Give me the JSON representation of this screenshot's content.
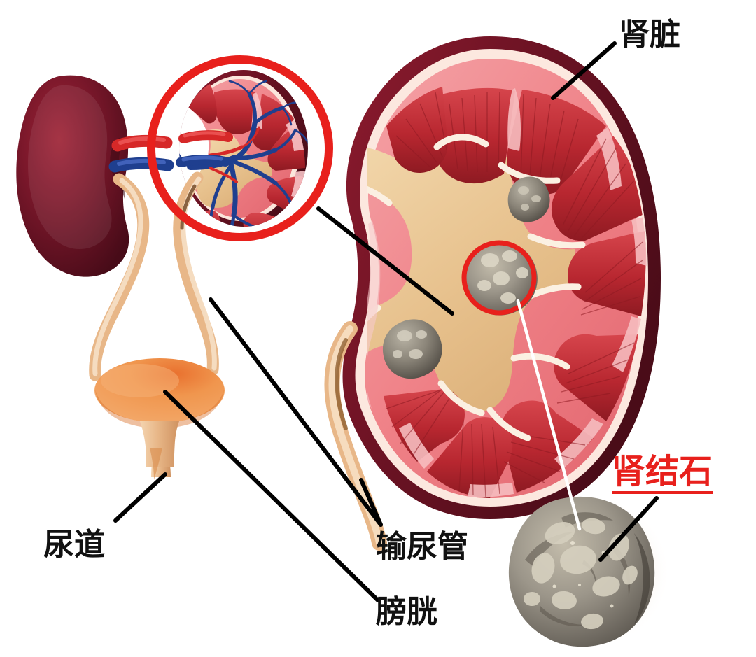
{
  "figure": {
    "title": "Kidney stone anatomical illustration",
    "background_color": "#ffffff"
  },
  "labels": {
    "kidney": "肾脏",
    "urethra": "尿道",
    "ureter": "输尿管",
    "bladder": "膀胱",
    "kidney_stone": "肾结石"
  },
  "colors": {
    "label_text": "#111111",
    "highlight_red": "#e8201c",
    "leader_line_black": "#000000",
    "leader_line_white": "#ffffff",
    "kidney_capsule_dark": "#5e1322",
    "kidney_capsule_mid": "#8d1b2e",
    "cortex_pink": "#f0868c",
    "cortex_light": "#f5b3b6",
    "pyramid_red": "#c62b33",
    "pyramid_dark_red": "#9b1f28",
    "pelvis_tan": "#e6c08e",
    "pelvis_tan_light": "#f0d2a6",
    "ureter_tan": "#e8b788",
    "bladder_orange": "#f0964e",
    "whole_kidney_maroon": "#6b1124",
    "artery_red": "#d62828",
    "vein_blue": "#1f3f8f",
    "stone_gray": "#8e8a80",
    "stone_light": "#cfc9b9",
    "stone_dark": "#4f4a44",
    "capsule_cream": "#fce8df"
  },
  "parts": {
    "whole_kidney": {
      "name": "whole kidney (left, exterior view)"
    },
    "inset_circle": {
      "name": "magnified kidney cross-section in red circle"
    },
    "main_kidney": {
      "name": "large kidney cross-section (right)"
    },
    "bladder": {
      "name": "urinary bladder"
    },
    "urethra": {
      "name": "urethra tube"
    },
    "ureters": {
      "name": "ureter tubes"
    },
    "stones_in_pelvis": {
      "count": 3,
      "name": "kidney stones inside renal pelvis"
    },
    "highlight_circle": {
      "name": "red circle highlighting a kidney stone"
    },
    "magnified_stone": {
      "name": "enlarged kidney stone specimen"
    }
  },
  "leader_lines": [
    {
      "name": "kidney-label-line",
      "from": "肾脏",
      "to": "main kidney cortex",
      "color": "#000000"
    },
    {
      "name": "kidney-stone-label-line",
      "from": "肾结石",
      "to": "magnified stone",
      "color": "#000000"
    },
    {
      "name": "stone-magnify-line",
      "from": "highlighted stone in pelvis",
      "to": "magnified stone",
      "color": "#ffffff"
    },
    {
      "name": "inset-to-main-line",
      "from": "inset circle",
      "to": "main kidney renal pelvis",
      "color": "#000000"
    },
    {
      "name": "urethra-label-line",
      "from": "尿道",
      "to": "urethra",
      "color": "#000000"
    },
    {
      "name": "ureter-label-line-a",
      "from": "输尿管",
      "to": "left ureter",
      "color": "#000000"
    },
    {
      "name": "ureter-label-line-b",
      "from": "输尿管",
      "to": "main kidney ureter",
      "color": "#000000"
    },
    {
      "name": "bladder-label-line",
      "from": "膀胱",
      "to": "bladder",
      "color": "#000000"
    }
  ]
}
